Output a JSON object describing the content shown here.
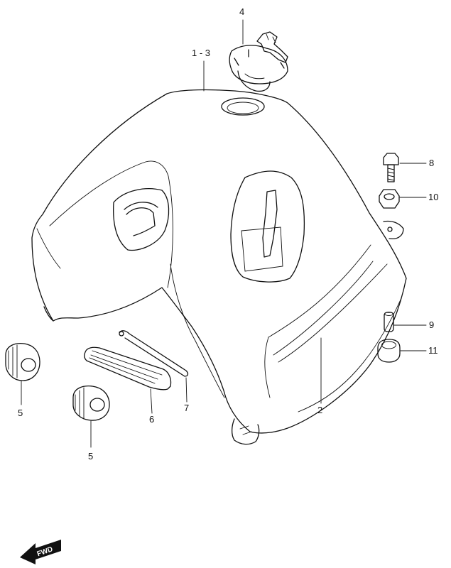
{
  "callouts": {
    "c1_3": "1 - 3",
    "c2": "2",
    "c4": "4",
    "c5a": "5",
    "c5b": "5",
    "c6": "6",
    "c7": "7",
    "c8": "8",
    "c9": "9",
    "c10": "10",
    "c11": "11"
  },
  "fwd_label": "FWD"
}
